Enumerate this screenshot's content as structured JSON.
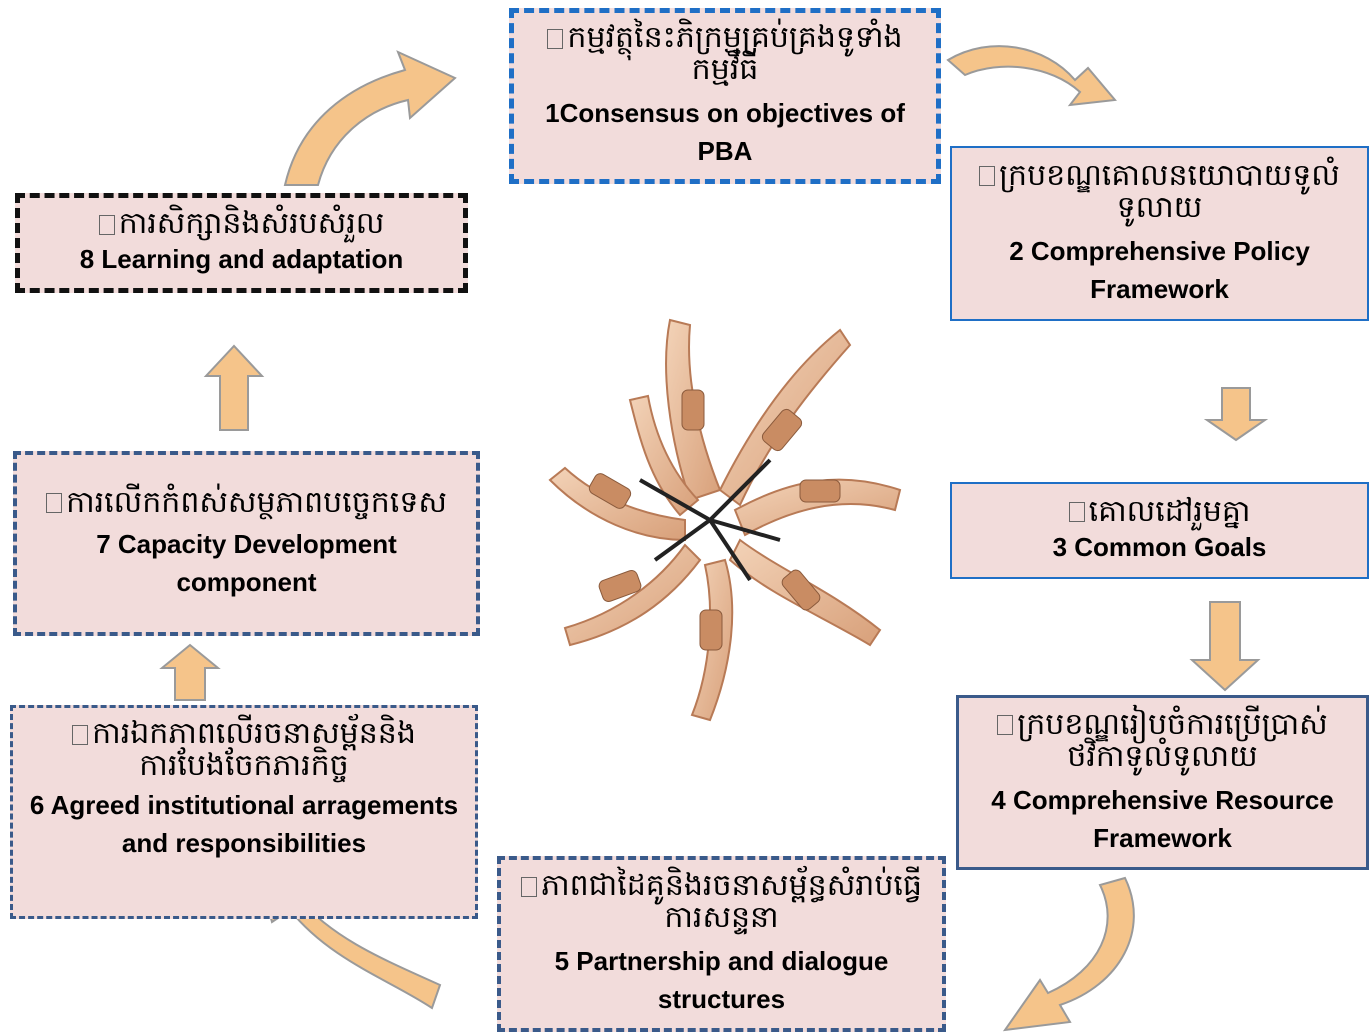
{
  "steps": [
    {
      "km": "កម្មវត្ថុនៃះភិក្រម្មគ្រប់គ្រងទូទាំងកម្មវិធី",
      "en": "1Consensus on objectives of PBA"
    },
    {
      "km": "ក្របខណ្ឌគោលនយោបាយទូលំទូលាយ",
      "en": "2 Comprehensive Policy Framework"
    },
    {
      "km": "គោលដៅរួមគ្នា",
      "en": "3 Common Goals"
    },
    {
      "km": "ក្របខណ្ឌរៀបចំការប្រើប្រាស់ថវិកាទូលំទូលាយ",
      "en": "4 Comprehensive Resource Framework"
    },
    {
      "km": "ភាពជាដៃគូនិងរចនាសម្ព័ន្ធសំរាប់ធ្វើការសន្ទនា",
      "en": "5 Partnership and dialogue structures"
    },
    {
      "km": "ការឯកភាពលើរចនាសម្ព័ននិងការបែងចែកភារកិច្ច",
      "en": "6 Agreed institutional arragements and responsibilities"
    },
    {
      "km": "ការលើកកំពស់សម្ថភាពបច្ចេកទេស",
      "en": "7 Capacity Development component"
    },
    {
      "km": "ការសិក្សានិងសំរបសំរួល",
      "en": "8 Learning and adaptation"
    }
  ],
  "colors": {
    "box_fill": "#f2dcdb",
    "arrow_fill": "#f5c48a",
    "blue_border": "#1f6fc6",
    "dark_border": "#3a5a8a"
  },
  "icons": [
    "curved-arrow-icon",
    "down-arrow-icon",
    "up-arrow-icon",
    "multi-armed-figure-image"
  ]
}
